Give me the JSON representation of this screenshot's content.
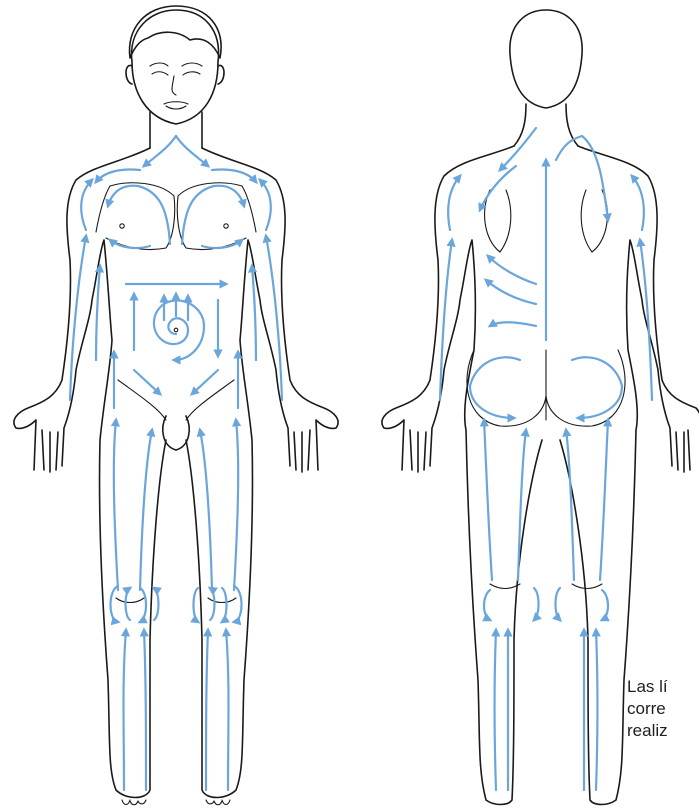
{
  "colors": {
    "outline": "#1a1a1a",
    "flow": "#6aa6dc",
    "text": "#231f20"
  },
  "caption": {
    "line1": "Las lí",
    "line2": "corre",
    "line3": "realiz"
  }
}
